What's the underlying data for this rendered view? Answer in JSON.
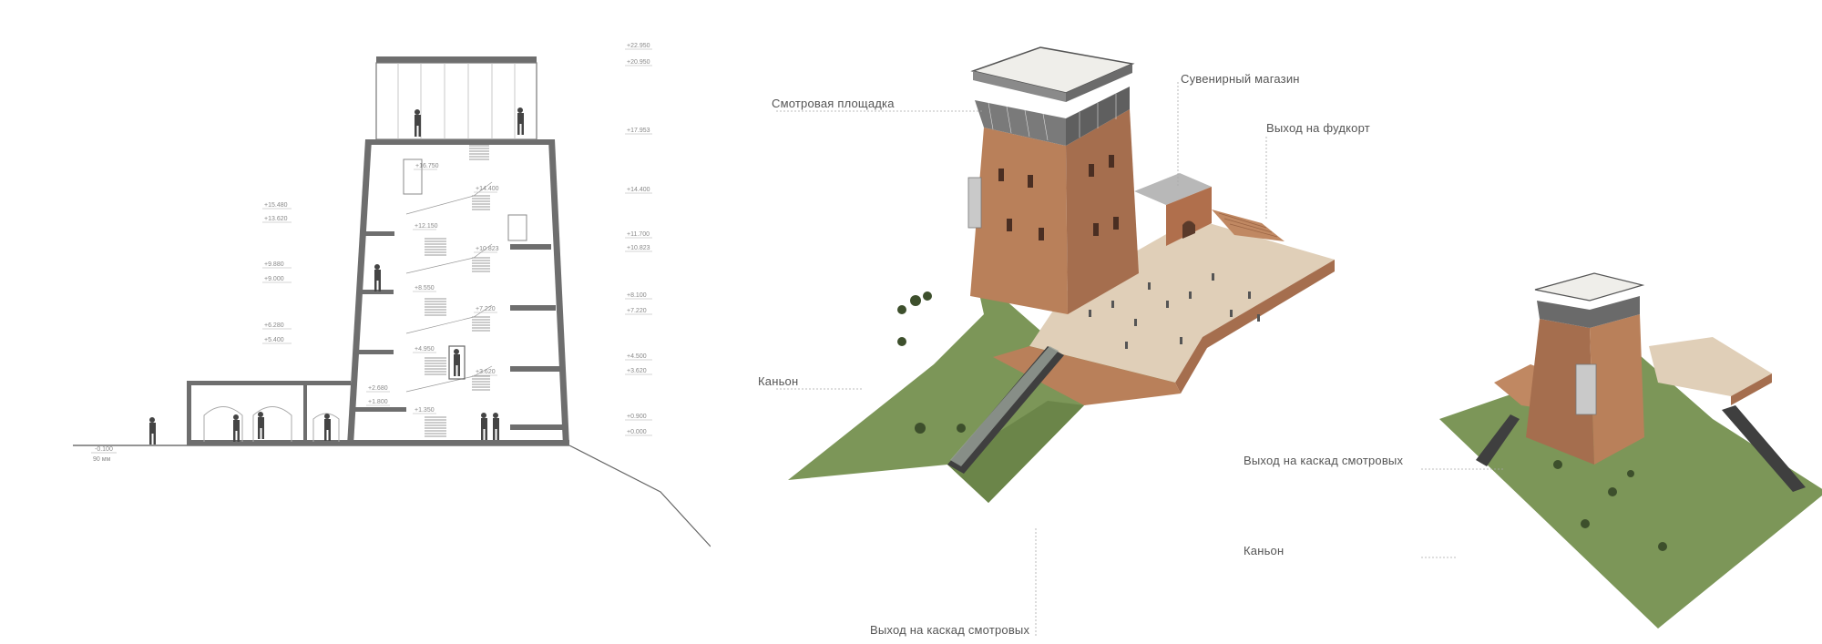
{
  "section": {
    "left_marks": [
      "+15.480",
      "+13.620",
      "+9.880",
      "+9.000",
      "+6.280",
      "+5.400"
    ],
    "right_marks": [
      "+22.950",
      "+20.950",
      "+17.953",
      "+14.400",
      "+11.700",
      "+10.823",
      "+8.100",
      "+7.220",
      "+4.500",
      "+3.620",
      "+0.900",
      "+0.000"
    ],
    "inner_marks": [
      "+16.750",
      "+14.400",
      "+12.150",
      "+10.823",
      "+8.550",
      "+7.220",
      "+4.950",
      "+3.620",
      "+2.680",
      "+1.800",
      "+1.350"
    ],
    "ground_mark": "-0.100",
    "ground_mark_sub": "90 мм"
  },
  "annotations": {
    "viewing_platform": "Смотровая площадка",
    "souvenir_shop": "Сувенирный магазин",
    "foodcourt_exit": "Выход на фудкорт",
    "canyon_main": "Каньон",
    "cascade_exit_main": "Выход на каскад смотровых",
    "cascade_exit_small": "Выход на каскад смотровых",
    "canyon_small": "Каньон"
  },
  "colors": {
    "wall": "#6e6e6e",
    "brick": "#b9805a",
    "brick_dark": "#9a6444",
    "grass": "#7c9658",
    "plaza": "#e0cfb8",
    "roof": "#efeeea",
    "leader": "#a8a8a8"
  }
}
